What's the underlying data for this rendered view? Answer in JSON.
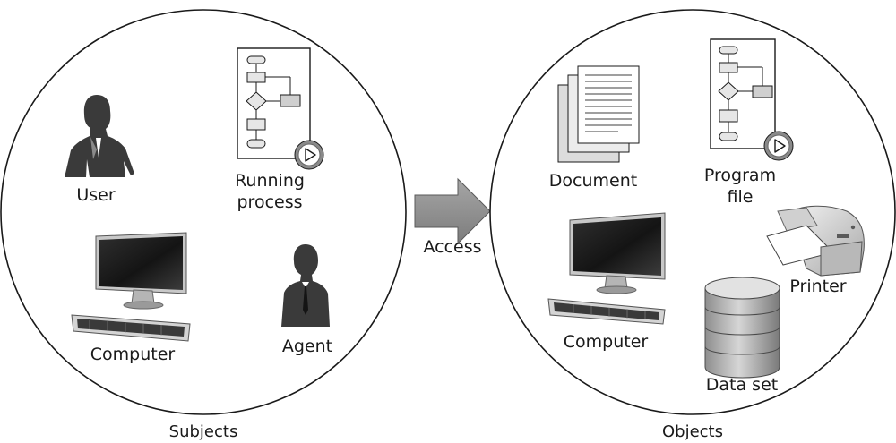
{
  "subjects": {
    "caption": "Subjects",
    "user_label": "User",
    "process_label_line1": "Running",
    "process_label_line2": "process",
    "computer_label": "Computer",
    "agent_label": "Agent"
  },
  "access": {
    "label": "Access"
  },
  "objects": {
    "caption": "Objects",
    "document_label": "Document",
    "program_label_line1": "Program",
    "program_label_line2": "file",
    "printer_label": "Printer",
    "computer_label": "Computer",
    "dataset_label": "Data set"
  },
  "icons": [
    "user-icon",
    "flowchart-icon",
    "play-icon",
    "computer-icon",
    "agent-icon",
    "arrow-icon",
    "document-icon",
    "printer-icon",
    "database-icon"
  ],
  "colors": {
    "stroke": "#1a1a1a",
    "gray_fill": "#9a9a9a",
    "light_fill": "#e6e6e6",
    "dark_fill": "#3a3a3a"
  }
}
